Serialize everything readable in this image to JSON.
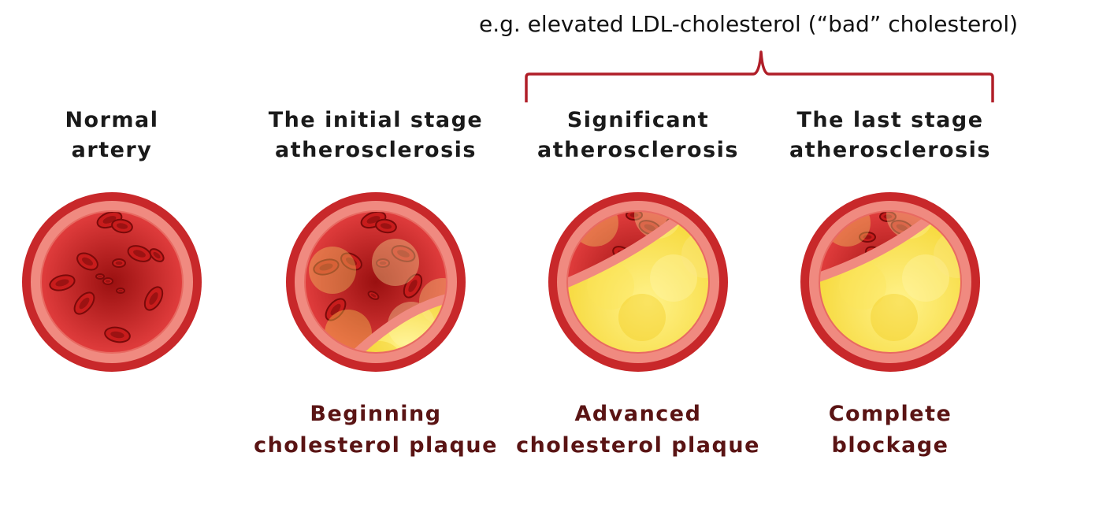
{
  "annotation": "e.g. elevated LDL-cholesterol (“bad” cholesterol)",
  "colors": {
    "bracket": "#b01e28",
    "wall_outer": "#c8282a",
    "wall_inner": "#f08a80",
    "blood": "#b81818",
    "plaque": "#f3d020",
    "title_text": "#1a1a1a",
    "caption_text": "#5a1414"
  },
  "stages": [
    {
      "title": [
        "Normal",
        "artery"
      ],
      "caption": [
        "",
        ""
      ],
      "plaque_level": 0
    },
    {
      "title": [
        "The initial stage",
        "atherosclerosis"
      ],
      "caption": [
        "Beginning",
        "cholesterol plaque"
      ],
      "plaque_level": 0.18
    },
    {
      "title": [
        "Significant",
        "atherosclerosis"
      ],
      "caption": [
        "Advanced",
        "cholesterol plaque"
      ],
      "plaque_level": 0.7
    },
    {
      "title": [
        "The last stage",
        "atherosclerosis"
      ],
      "caption": [
        "Complete",
        "blockage"
      ],
      "plaque_level": 0.78
    }
  ]
}
